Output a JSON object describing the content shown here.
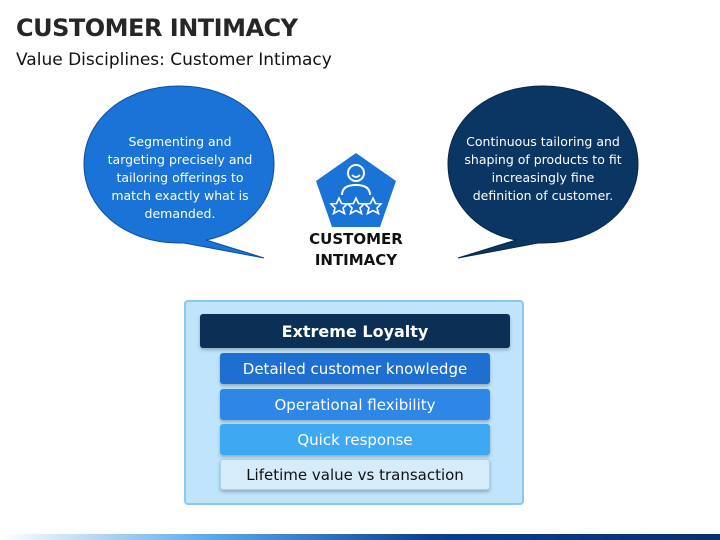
{
  "header": {
    "title": "CUSTOMER INTIMACY",
    "subtitle": "Value Disciplines: Customer Intimacy"
  },
  "bubbles": {
    "left": {
      "text": "Segmenting and targeting precisely and tailoring offerings to match exactly what is demanded.",
      "color": "#1a73d6"
    },
    "right": {
      "text": "Continuous tailoring and shaping of products to fit increasingly fine definition of customer.",
      "color": "#0b3563"
    }
  },
  "center": {
    "icon": "customer-rating-icon",
    "label_line1": "CUSTOMER",
    "label_line2": "INTIMACY",
    "color": "#1a73d6"
  },
  "stack": {
    "top": "Extreme Loyalty",
    "items": [
      "Detailed customer knowledge",
      "Operational flexibility",
      "Quick response",
      "Lifetime value vs transaction"
    ]
  }
}
